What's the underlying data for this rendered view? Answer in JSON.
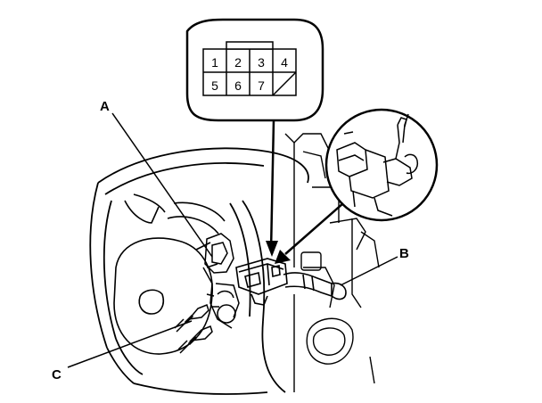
{
  "connector": {
    "pins": [
      {
        "label": "1"
      },
      {
        "label": "2"
      },
      {
        "label": "3"
      },
      {
        "label": "4"
      },
      {
        "label": "5"
      },
      {
        "label": "6"
      },
      {
        "label": "7"
      }
    ]
  },
  "callouts": {
    "a": "A",
    "b": "B",
    "c": "C"
  },
  "colors": {
    "line": "#000000",
    "background": "#ffffff"
  }
}
